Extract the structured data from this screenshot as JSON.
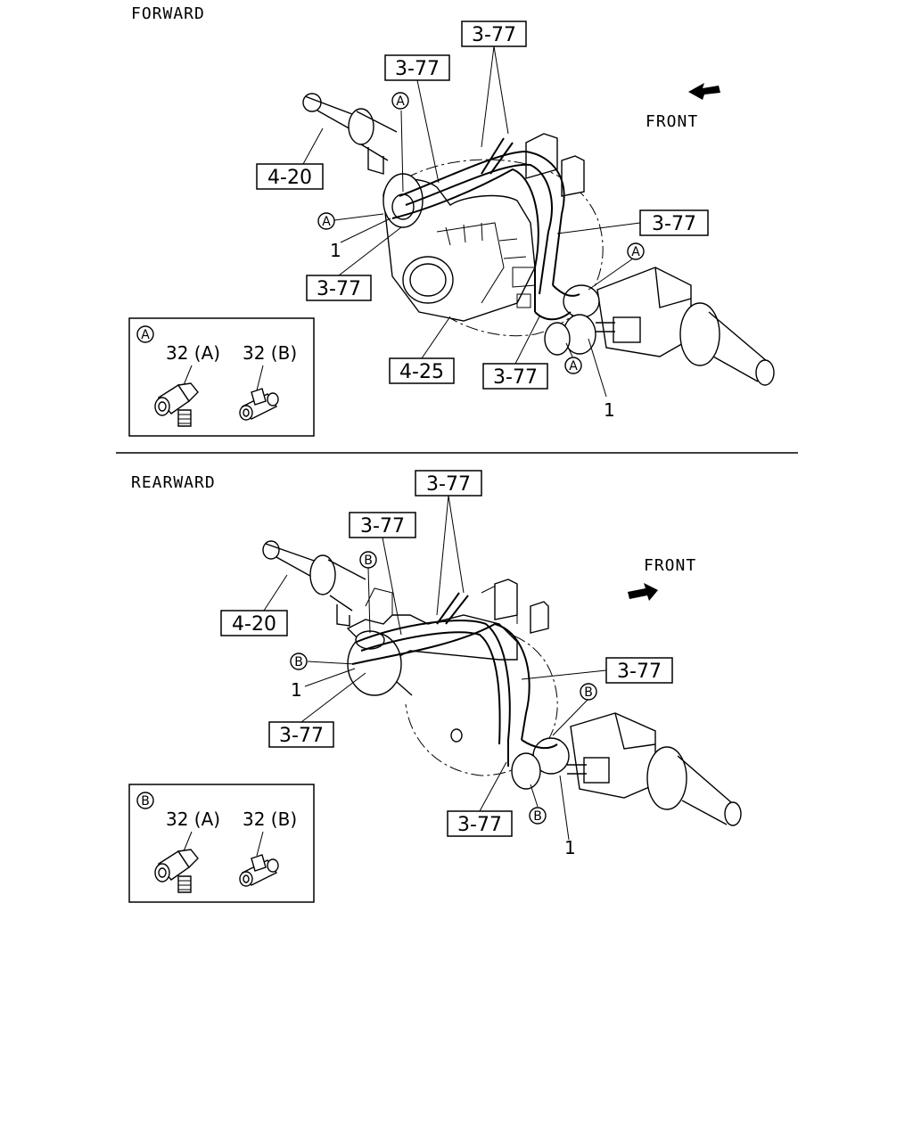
{
  "sections": {
    "forward": {
      "title": "FORWARD",
      "front_label": "FRONT",
      "refs": [
        "3-77",
        "3-77",
        "4-20",
        "3-77",
        "3-77",
        "4-25",
        "3-77"
      ],
      "item_1": "1",
      "circle_mark": "A",
      "inset": {
        "mark": "A",
        "label_a": "32 (A)",
        "label_b": "32 (B)"
      }
    },
    "rearward": {
      "title": "REARWARD",
      "front_label": "FRONT",
      "refs": [
        "3-77",
        "3-77",
        "4-20",
        "3-77",
        "3-77",
        "3-77"
      ],
      "item_1": "1",
      "circle_mark": "B",
      "inset": {
        "mark": "B",
        "label_a": "32 (A)",
        "label_b": "32 (B)"
      }
    }
  }
}
